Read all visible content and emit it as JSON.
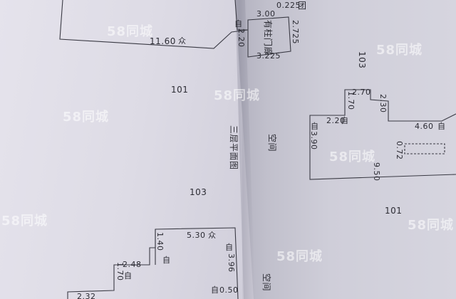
{
  "plan": {
    "top_left": {
      "dim_width": "11.60",
      "room": "101",
      "mark_public": "众",
      "mark_self": "自"
    },
    "top_mid": {
      "dim_0225": "0.225",
      "dim_300": "3.00",
      "dim_2725": "2.725",
      "dim_220": "2.20",
      "dim_3225": "3.225",
      "label_stair": "有柱门廊",
      "mark_self": "自"
    },
    "top_right": {
      "room": "103",
      "corner": "团"
    },
    "right_unit": {
      "dim_270": "2.70",
      "dim_230": "2.30",
      "dim_170": "1.70",
      "dim_220": "2.20",
      "dim_460": "4.60",
      "dim_390": "3.90",
      "dim_072": "0.72",
      "dim_950": "9.50",
      "mark_self": "自"
    },
    "middle": {
      "label_void": "空间",
      "label_floor": "三层平面图",
      "room_101": "101",
      "room_103": "103"
    },
    "bottom_left": {
      "dim_530": "5.30",
      "dim_140": "1.40",
      "dim_248": "2.48",
      "dim_170": "1.70",
      "dim_396": "3.96",
      "dim_050": "0.50",
      "dim_232": "2.32",
      "mark_public": "众",
      "mark_self": "自",
      "label_void": "空间"
    }
  },
  "watermark": {
    "text": "58同城"
  },
  "colors": {
    "ink": "#2b2b33",
    "paper_left": "#e5e3ec",
    "paper_right": "#d6d5df"
  }
}
